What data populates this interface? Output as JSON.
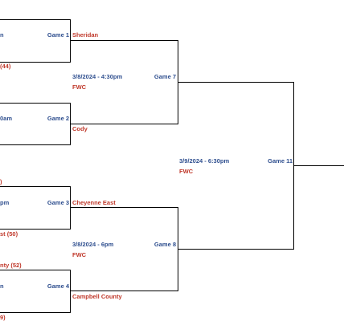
{
  "round1": [
    {
      "game": "Game 1",
      "time_partial": "n",
      "advancer": "Sheridan",
      "bottom_team_partial": "(44)",
      "top_team_partial": ""
    },
    {
      "game": "Game 2",
      "time_partial": "0am",
      "advancer": "Cody",
      "bottom_team_partial": "",
      "top_team_partial": ""
    },
    {
      "game": "Game 3",
      "time_partial": "pm",
      "advancer": "Cheyenne East",
      "bottom_team_partial": "st (50)",
      "top_team_partial": ")"
    },
    {
      "game": "Game 4",
      "time_partial": "n",
      "advancer": "Campbell County",
      "bottom_team_partial": "9)",
      "top_team_partial": "nty (52)"
    }
  ],
  "round2": [
    {
      "game": "Game 7",
      "datetime": "3/8/2024 - 4:30pm",
      "venue": "FWC"
    },
    {
      "game": "Game 8",
      "datetime": "3/8/2024 - 6pm",
      "venue": "FWC"
    }
  ],
  "round3": {
    "game": "Game 11",
    "datetime": "3/9/2024 - 6:30pm",
    "venue": "FWC"
  },
  "colors": {
    "info_blue": "#2f4f8f",
    "team_red": "#c0392b",
    "line": "#000000"
  }
}
